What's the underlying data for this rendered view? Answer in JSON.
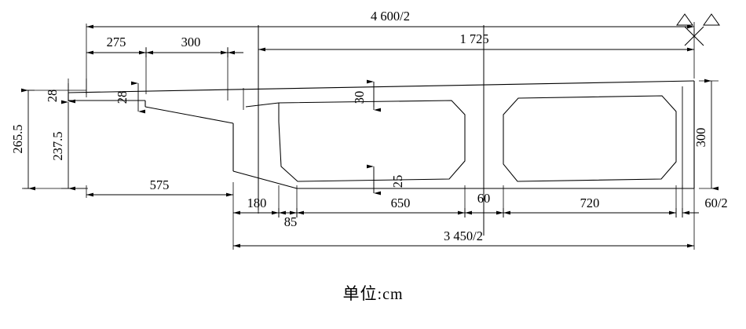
{
  "drawing": {
    "title": "Box girder half cross-section",
    "unit_note_cjk": "单位",
    "unit_note_sep": ":",
    "unit_note_unit": "cm",
    "line_color": "#000000",
    "background": "#ffffff"
  },
  "dimensions": {
    "overall_top": "4 600/2",
    "inner_top": "1 725",
    "top_chain": [
      "275",
      "300"
    ],
    "left_vertical_outer": "265.5",
    "left_vertical_inner": "237.5",
    "tip_thickness_left": "28",
    "tip_thickness_right": "28",
    "deck_slab_thickness": "30",
    "bottom_slab_thickness": "25",
    "right_vertical_depth": "300",
    "cantilever_length": "575",
    "bottom_chain": [
      "180",
      "85",
      "650",
      "60",
      "720",
      "60/2"
    ],
    "bottom_overall": "3 450/2"
  },
  "chart_data": {
    "type": "diagram",
    "title": "Half cross-section of prestressed concrete box girder",
    "unit": "cm",
    "labels": [
      {
        "text": "4 600/2",
        "role": "overall-deck-half-width"
      },
      {
        "text": "1 725",
        "role": "dimension-to-centerline"
      },
      {
        "text": "275",
        "role": "top-chain-segment-1"
      },
      {
        "text": "300",
        "role": "top-chain-segment-2"
      },
      {
        "text": "265.5",
        "role": "total-section-depth"
      },
      {
        "text": "237.5",
        "role": "depth-below-deck-edge"
      },
      {
        "text": "28",
        "role": "cantilever-tip-thickness-outer"
      },
      {
        "text": "28",
        "role": "cantilever-tip-thickness-inner"
      },
      {
        "text": "30",
        "role": "top-slab-thickness"
      },
      {
        "text": "25",
        "role": "bottom-slab-thickness"
      },
      {
        "text": "300",
        "role": "girder-depth-at-centerline"
      },
      {
        "text": "575",
        "role": "cantilever-overhang-length"
      },
      {
        "text": "180",
        "role": "bottom-chain-180"
      },
      {
        "text": "85",
        "role": "bottom-chain-85"
      },
      {
        "text": "650",
        "role": "bottom-chain-cell-1-width"
      },
      {
        "text": "60",
        "role": "bottom-chain-web-width"
      },
      {
        "text": "720",
        "role": "bottom-chain-cell-2-width"
      },
      {
        "text": "60/2",
        "role": "half-web-at-symmetry-axis"
      },
      {
        "text": "3 450/2",
        "role": "bottom-slab-half-width"
      }
    ]
  }
}
